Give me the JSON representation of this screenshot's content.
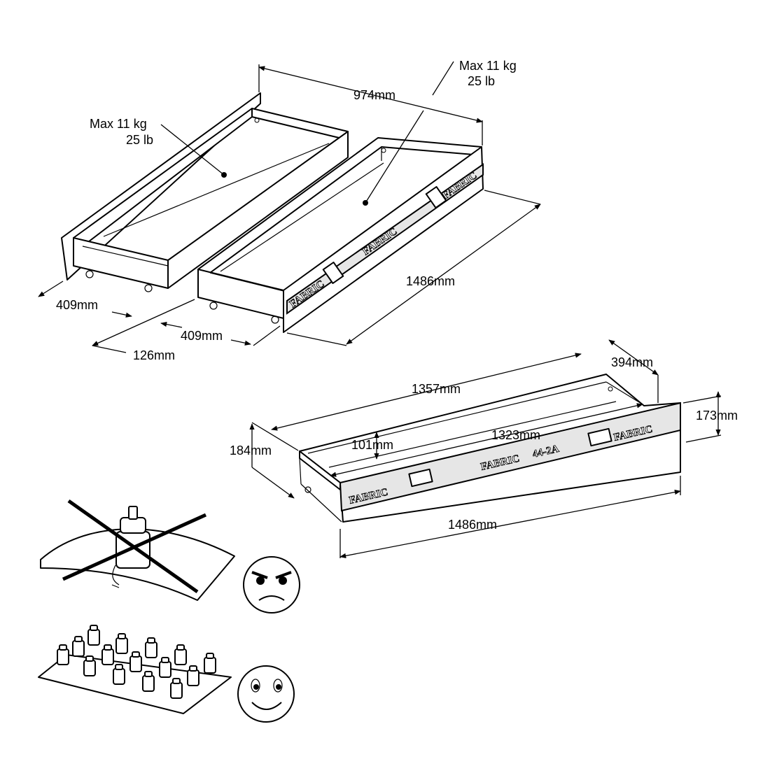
{
  "drawer_pair": {
    "load_left": {
      "weight_kg": "Max 11 kg",
      "weight_lb": "25 lb"
    },
    "load_right": {
      "weight_kg": "Max 11 kg",
      "weight_lb": "25 lb"
    },
    "dim_total_width": "974mm",
    "dim_length": "1486mm",
    "dim_depth_left": "409mm",
    "dim_depth_right": "409mm",
    "dim_gap": "126mm"
  },
  "single_drawer": {
    "dim_outer_length": "1357mm",
    "dim_inner_length": "1323mm",
    "dim_front_length": "1486mm",
    "dim_depth": "394mm",
    "dim_front_height": "173mm",
    "dim_side_height": "184mm",
    "dim_inner_height": "101mm",
    "stamp_text": "FABRIC",
    "stamp_code": "44-2A"
  },
  "load_guidance": {
    "wrong_face": "angry-face-icon",
    "right_face": "smiling-face-icon"
  }
}
